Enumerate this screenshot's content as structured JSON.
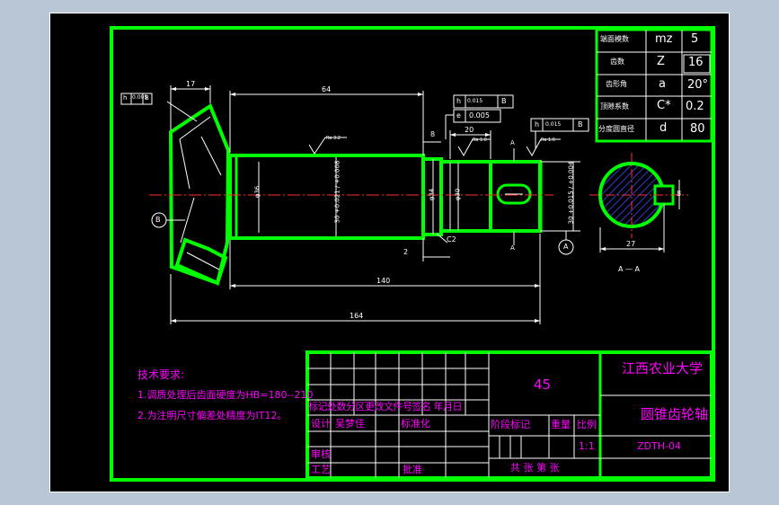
{
  "colors": {
    "background": "#000000",
    "border": "#00ff00",
    "text": "#ff00ff",
    "dimension": "#ffffff",
    "title_text": "#ff00ff",
    "centerline": "#ff3030",
    "hatch": "#3b4bff"
  },
  "gear_table": [
    {
      "label": "端面模数",
      "symbol": "mz",
      "value": "5"
    },
    {
      "label": "齿数",
      "symbol": "Z",
      "value": "16"
    },
    {
      "label": "齿形角",
      "symbol": "a",
      "value": "20°"
    },
    {
      "label": "顶隙系数",
      "symbol": "C*",
      "value": "0.2"
    },
    {
      "label": "分度圆直径",
      "symbol": "d",
      "value": "80"
    }
  ],
  "dimensions": {
    "d17": "17",
    "d64": "64",
    "d8": "8",
    "d20": "20",
    "d140": "140",
    "d164": "164",
    "d27": "27",
    "d2": "2",
    "d_phi36": "φ36",
    "d_phi30": "30 +0.021 / +0.008",
    "d_phi34": "φ34",
    "d_phi30b": "φ30",
    "d_phi30c": "30 +0.015 / +0.004",
    "d_c2": "C2",
    "d_section8": "8"
  },
  "tolerances": {
    "tol1_sym": "h",
    "tol1_val": "0.005",
    "tol1_ref": "B",
    "tol2_sym": "h",
    "tol2_val": "0.015",
    "tol2_ref": "B",
    "tol3_sym": "e",
    "tol3_val": "0.005",
    "tol4_sym": "h",
    "tol4_val": "0.015",
    "tol4_ref": "B"
  },
  "roughness": {
    "r1": "Ra 3.2",
    "r2": "Ra 1.6",
    "r3": "Ra 1.6"
  },
  "labels": {
    "datum_b": "B",
    "datum_a": "A",
    "section_a_top": "A",
    "section_a_bottom": "A",
    "section_view": "A — A"
  },
  "tech_notes": {
    "heading": "技术要求:",
    "line1": "1.调质处理后齿面硬度为HB=180--210",
    "line2": "2.为注明尺寸偏差处精度为IT12。"
  },
  "title_block": {
    "material": "45",
    "school": "江西农业大学",
    "part_name": "圆锥齿轮轴",
    "drawing_no": "ZDTH-04",
    "header_row": "标记处数分区更改文件号签名 年月日",
    "design": "设计",
    "designer": "吴梦佳",
    "standard": "标准化",
    "review": "审核",
    "process": "工艺",
    "approve": "批准",
    "stage_mark": "阶段标记",
    "weight": "重量",
    "scale_label": "比例",
    "scale_value": "1:1",
    "sheets": "共  张 第  张"
  }
}
